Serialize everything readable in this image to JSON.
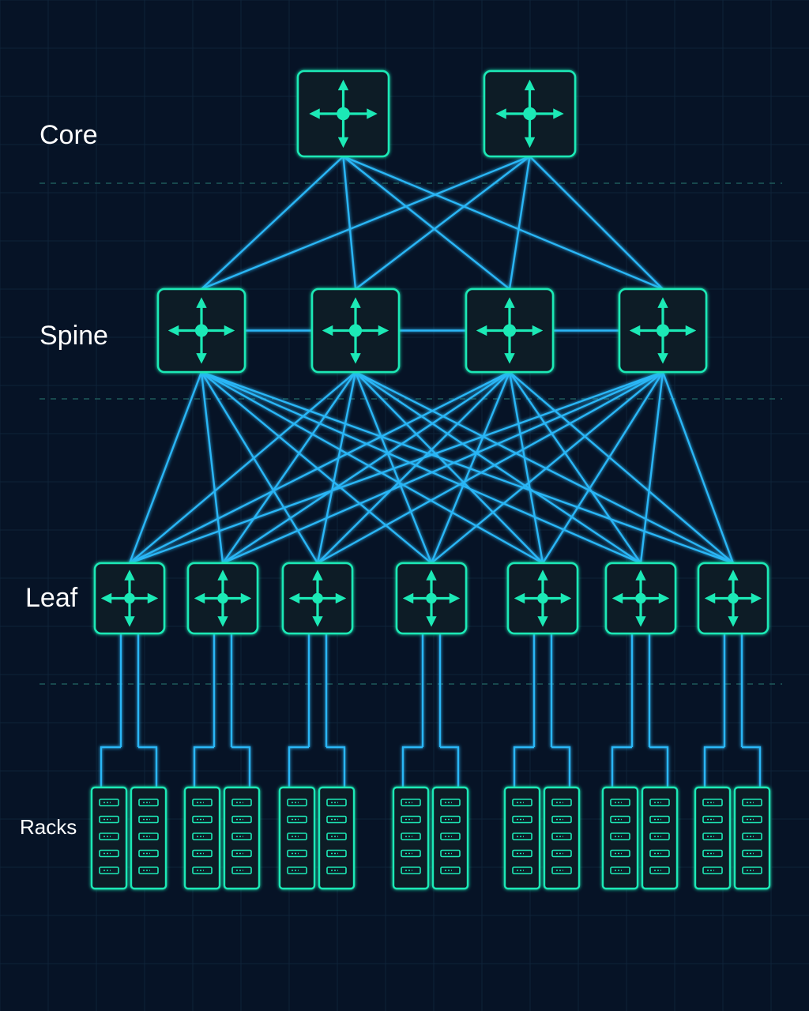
{
  "tiers": {
    "core": "Core",
    "spine": "Spine",
    "leaf": "Leaf",
    "racks": "Racks"
  },
  "colors": {
    "background": "#061326",
    "grid": "#0f2338",
    "link": "#29b6f6",
    "device": "#1de9b6",
    "device_fill": "#0a1f26",
    "divider": "#1f5a5a"
  },
  "icons": {
    "switch": "router-arrows-icon",
    "rack": "server-rack-icon"
  },
  "topology": {
    "core_count": 2,
    "spine_count": 4,
    "leaf_count": 7,
    "racks_per_leaf": 2
  }
}
